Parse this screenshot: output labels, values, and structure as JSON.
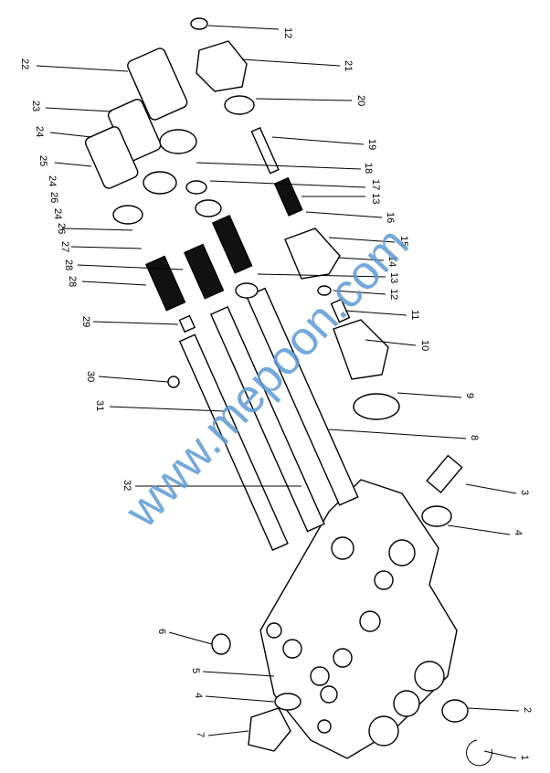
{
  "diagram": {
    "type": "exploded-parts-view",
    "watermark": "www.mepoon.com",
    "callouts": {
      "c12a": "12",
      "c21": "21",
      "c20": "20",
      "c19": "19",
      "c18": "18",
      "c17_13": "17 13",
      "c16": "16",
      "c15": "15",
      "c14": "14",
      "c13": "13",
      "c12b": "12",
      "c11": "11",
      "c10": "10",
      "c9": "9",
      "c8": "8",
      "c3": "3",
      "c4a": "4",
      "c2": "2",
      "c1": "1",
      "c22": "22",
      "c23": "23",
      "c24a": "24",
      "c25": "25",
      "c24b": "24",
      "c26a": "26",
      "c24c": "24",
      "c26b": "26",
      "c27": "27",
      "c28a": "28",
      "c28b": "28",
      "c29": "29",
      "c30": "30",
      "c31": "31",
      "c32": "32",
      "c6": "6",
      "c5": "5",
      "c4b": "4",
      "c7": "7"
    }
  }
}
